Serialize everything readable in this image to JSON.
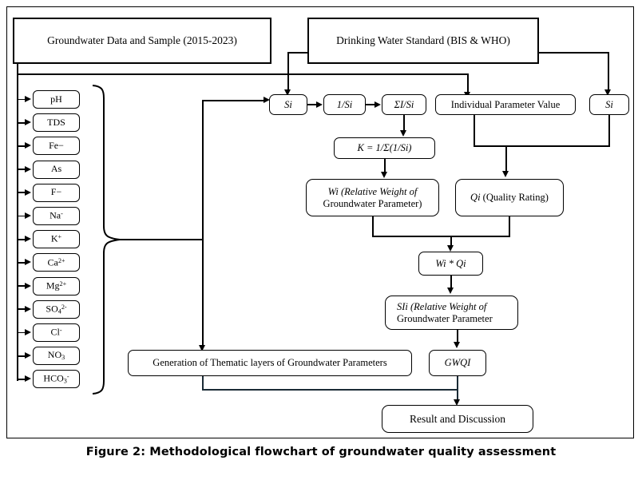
{
  "figure": {
    "caption": "Figure 2: Methodological flowchart of groundwater quality assessment",
    "frame_color": "#000000",
    "background": "#ffffff"
  },
  "chart_data": {
    "type": "diagram",
    "title": "Methodological flowchart of groundwater quality assessment",
    "nodes": [
      {
        "id": "groundwater_data",
        "label": "Groundwater Data and Sample (2015-2023)",
        "shape": "rectangle"
      },
      {
        "id": "drinking_standard",
        "label": "Drinking Water Standard (BIS & WHO)",
        "shape": "rectangle"
      },
      {
        "id": "si_left",
        "label": "Si",
        "shape": "rounded",
        "style": "italic"
      },
      {
        "id": "inv_si",
        "label": "1/Si",
        "shape": "rounded",
        "style": "italic"
      },
      {
        "id": "sum_inv_si",
        "label": "ΣI/Si",
        "shape": "rounded",
        "style": "italic"
      },
      {
        "id": "individual_parameter_value",
        "label": "Individual Parameter Value",
        "shape": "rounded"
      },
      {
        "id": "si_right",
        "label": "Si",
        "shape": "rounded",
        "style": "italic"
      },
      {
        "id": "k_constant",
        "label": "K = 1/Σ(1/Si)",
        "shape": "rounded",
        "style": "italic"
      },
      {
        "id": "wi",
        "label": "Wi (Relative Weight of Groundwater Parameter)",
        "shape": "rounded"
      },
      {
        "id": "qi",
        "label": "Qi (Quality Rating)",
        "shape": "rounded"
      },
      {
        "id": "wi_qi",
        "label": "Wi * Qi",
        "shape": "rounded",
        "style": "italic"
      },
      {
        "id": "sli",
        "label": "SIi (Relative Weight of Groundwater Parameter",
        "shape": "rounded"
      },
      {
        "id": "thematic_layers",
        "label": "Generation of Thematic layers of Groundwater Parameters",
        "shape": "rounded"
      },
      {
        "id": "gwqi",
        "label": "GWQI",
        "shape": "rounded",
        "style": "italic"
      },
      {
        "id": "result",
        "label": "Result and Discussion",
        "shape": "rounded"
      }
    ],
    "edges": [
      {
        "from": "groundwater_data",
        "to": "parameters"
      },
      {
        "from": "groundwater_data",
        "to": "individual_parameter_value"
      },
      {
        "from": "drinking_standard",
        "to": "si_left"
      },
      {
        "from": "drinking_standard",
        "to": "si_right"
      },
      {
        "from": "si_left",
        "to": "inv_si"
      },
      {
        "from": "inv_si",
        "to": "sum_inv_si"
      },
      {
        "from": "sum_inv_si",
        "to": "k_constant"
      },
      {
        "from": "k_constant",
        "to": "wi"
      },
      {
        "from": "individual_parameter_value",
        "to": "qi"
      },
      {
        "from": "si_right",
        "to": "qi"
      },
      {
        "from": "wi",
        "to": "wi_qi"
      },
      {
        "from": "qi",
        "to": "wi_qi"
      },
      {
        "from": "wi_qi",
        "to": "sli"
      },
      {
        "from": "sli",
        "to": "gwqi"
      },
      {
        "from": "parameters",
        "to": "si_left"
      },
      {
        "from": "parameters",
        "to": "thematic_layers"
      },
      {
        "from": "thematic_layers",
        "to": "result"
      },
      {
        "from": "gwqi",
        "to": "result"
      }
    ]
  },
  "boxes": {
    "groundwater_data": "Groundwater Data and Sample (2015-2023)",
    "drinking_standard": "Drinking Water Standard (BIS & WHO)",
    "si_left": "Si",
    "inv_si": "1/Si",
    "sum_inv_si": "ΣI/Si",
    "individual_parameter_value": "Individual Parameter Value",
    "si_right": "Si",
    "k_constant": "K = 1/Σ(1/Si)",
    "wi_line1": "Wi (Relative Weight of",
    "wi_line2": "Groundwater Parameter)",
    "qi": "Qi (Quality Rating)",
    "wi_qi": "Wi * Qi",
    "sli_line1": "SIi (Relative Weight of",
    "sli_line2": "Groundwater Parameter",
    "thematic_layers": "Generation of Thematic layers of Groundwater Parameters",
    "gwqi": "GWQI",
    "result": "Result and Discussion"
  },
  "parameters": [
    {
      "id": "ph",
      "label": "pH"
    },
    {
      "id": "tds",
      "label": "TDS"
    },
    {
      "id": "fe",
      "label": "Fe−"
    },
    {
      "id": "as",
      "label": "As"
    },
    {
      "id": "f",
      "label": "F−"
    },
    {
      "id": "na",
      "label": "Na⁻"
    },
    {
      "id": "k",
      "label": "K⁺"
    },
    {
      "id": "ca",
      "label": "Ca²⁺"
    },
    {
      "id": "mg",
      "label": "Mg²⁺"
    },
    {
      "id": "so4",
      "label": "SO₄²"
    },
    {
      "id": "cl",
      "label": "Cl⁻"
    },
    {
      "id": "no3",
      "label": "NO₃"
    },
    {
      "id": "hco3",
      "label": "HCO₃⁻"
    }
  ]
}
